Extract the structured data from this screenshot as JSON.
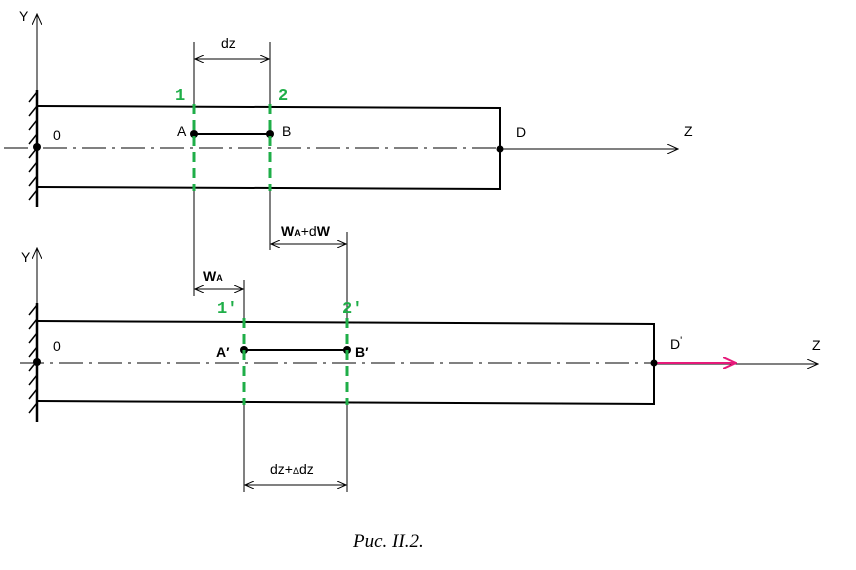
{
  "axes": {
    "top_y": "Y",
    "top_z": "Z",
    "bottom_y": "Y",
    "bottom_z": "Z"
  },
  "top_beam": {
    "origin": "0",
    "point_a": "A",
    "point_b": "B",
    "point_d": "D",
    "section_1": "1",
    "section_2": "2",
    "dim_dz": "dz"
  },
  "displacements": {
    "wa_plus_dw": {
      "w": "W",
      "sub": "A",
      "rest": "+d",
      "w2": "W"
    },
    "wa": {
      "w": "W",
      "sub": "A"
    }
  },
  "bottom_beam": {
    "origin": "0",
    "point_a": "A′",
    "point_b": "B′",
    "point_d": "D",
    "point_d_prime": "'",
    "section_1": "1′",
    "section_2": "2′",
    "dim_dz_delta": {
      "start": "dz+",
      "delta": "Δ",
      "end": "dz"
    }
  },
  "caption": "Рис. II.2.",
  "colors": {
    "section_green": "#1fae48",
    "force_arrow": "#e6197a",
    "line": "#000000"
  }
}
